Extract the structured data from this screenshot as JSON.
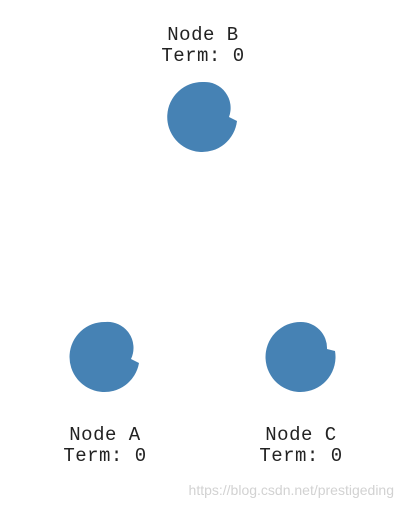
{
  "colors": {
    "node_fill": "#4682b4",
    "text": "#222222",
    "watermark": "#d2d2d2"
  },
  "nodes": {
    "b": {
      "name": "Node B",
      "term": "Term: 0"
    },
    "a": {
      "name": "Node A",
      "term": "Term: 0"
    },
    "c": {
      "name": "Node C",
      "term": "Term: 0"
    }
  },
  "watermark": "https://blog.csdn.net/prestigeding"
}
